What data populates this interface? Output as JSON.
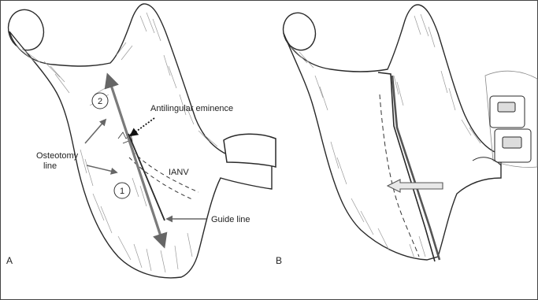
{
  "panels": [
    {
      "id": "A",
      "letter": "A",
      "labels": {
        "antilingular": "Antilingular eminence",
        "osteotomy": "Osteotomy",
        "line": "line",
        "ianv": "IANV",
        "guide": "Guide line"
      },
      "markers": [
        "2",
        "1"
      ]
    },
    {
      "id": "B",
      "letter": "B"
    }
  ],
  "colors": {
    "outline": "#2a2a2a",
    "hatch": "#9a9a9a",
    "osteotomy_line": "#7a7a7a",
    "arrow_fill": "#e8e8e8"
  }
}
